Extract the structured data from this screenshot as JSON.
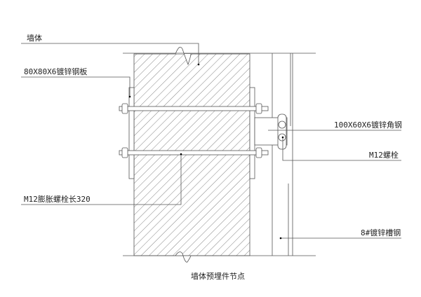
{
  "labels": {
    "wall": "墙体",
    "steel_plate": "80X80X6镀锌钢板",
    "angle_steel": "100X60X6镀锌角钢",
    "bolt": "M12螺栓",
    "expansion_bolt": "M12膨胀螺栓长320",
    "channel_steel": "8#镀锌槽钢"
  },
  "title": "墙体预埋件节点",
  "colors": {
    "line": "#555555",
    "text": "#222222"
  }
}
